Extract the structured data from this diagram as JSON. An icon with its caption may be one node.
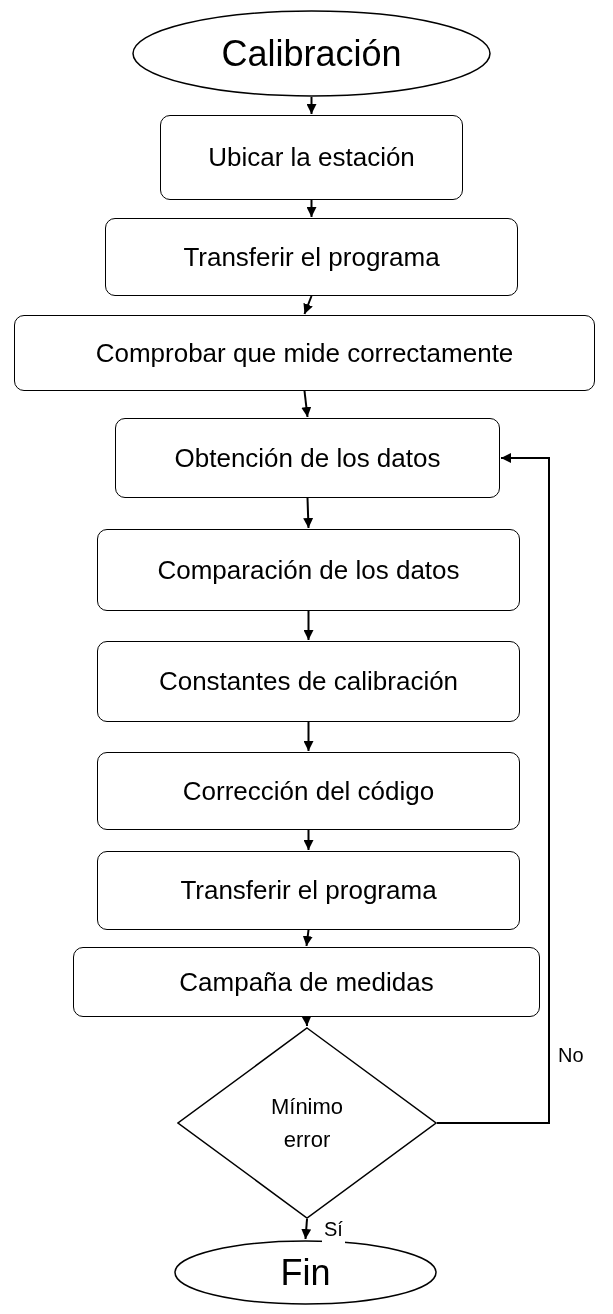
{
  "diagram": {
    "nodes": [
      {
        "text": [
          "Calibración"
        ]
      },
      {
        "text": [
          "Ubicar la estación"
        ]
      },
      {
        "text": [
          "Transferir el programa"
        ]
      },
      {
        "text": [
          "Comprobar que mide correctamente"
        ]
      },
      {
        "text": [
          "Obtención de los datos"
        ]
      },
      {
        "text": [
          "Comparación de los datos"
        ]
      },
      {
        "text": [
          "Constantes de calibración"
        ]
      },
      {
        "text": [
          "Corrección del código"
        ]
      },
      {
        "text": [
          "Transferir el programa"
        ]
      },
      {
        "text": [
          "Campaña de medidas"
        ]
      },
      {
        "text": [
          "Mínimo error"
        ]
      },
      {
        "text": [
          "Fin"
        ]
      }
    ],
    "edges": [
      {
        "from": 0,
        "to": 1,
        "arrow": "to"
      },
      {
        "from": 1,
        "to": 2,
        "arrow": "to"
      },
      {
        "from": 2,
        "to": 3,
        "arrow": "to"
      },
      {
        "from": 3,
        "to": 4,
        "arrow": "to"
      },
      {
        "from": 4,
        "to": 5,
        "arrow": "to"
      },
      {
        "from": 5,
        "to": 6,
        "arrow": "to"
      },
      {
        "from": 6,
        "to": 7,
        "arrow": "to"
      },
      {
        "from": 7,
        "to": 8,
        "arrow": "to"
      },
      {
        "from": 8,
        "to": 9,
        "arrow": "to"
      },
      {
        "from": 9,
        "to": 10,
        "arrow": "to"
      },
      {
        "from": 10,
        "to": 4,
        "arrow": "to",
        "label": "No"
      },
      {
        "from": 10,
        "to": 11,
        "arrow": "to",
        "label": "Sí"
      }
    ]
  }
}
